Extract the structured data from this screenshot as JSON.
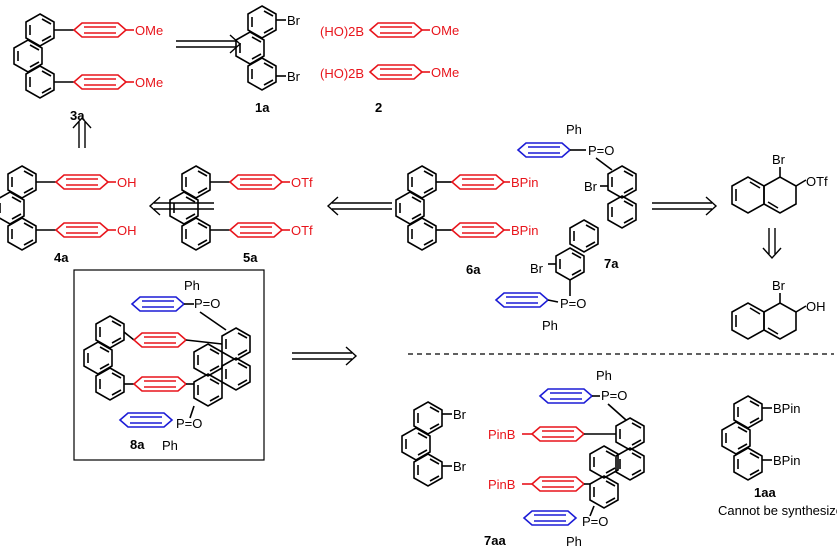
{
  "compounds": {
    "c3a": {
      "id": "3a",
      "sub_top": "OMe",
      "sub_bottom": "OMe"
    },
    "c1a": {
      "id": "1a",
      "sub_top": "Br",
      "sub_bottom": "Br"
    },
    "c2": {
      "id": "2",
      "top": "(HO)2B",
      "sub_top": "OMe",
      "bottom": "(HO)2B",
      "sub_bottom": "OMe"
    },
    "c4a": {
      "id": "4a",
      "sub_top": "OH",
      "sub_bottom": "OH"
    },
    "c5a": {
      "id": "5a",
      "sub_top": "OTf",
      "sub_bottom": "OTf"
    },
    "c6a": {
      "id": "6a",
      "sub_top": "BPin",
      "sub_bottom": "BPin"
    },
    "c7a": {
      "id": "7a",
      "ph_top": "Ph",
      "p_top": "P=O",
      "br_top": "Br",
      "br_bottom": "Br",
      "p_bottom": "P=O",
      "ph_bottom": "Ph"
    },
    "nap_otf": {
      "br": "Br",
      "sub": "OTf"
    },
    "nap_oh": {
      "br": "Br",
      "sub": "OH"
    },
    "c8a": {
      "id": "8a",
      "ph_top": "Ph",
      "p_top": "P=O",
      "p_bottom": "P=O",
      "ph_bottom": "Ph"
    },
    "dibromo": {
      "br_top": "Br",
      "br_bottom": "Br"
    },
    "c7aa": {
      "id": "7aa",
      "ph_top": "Ph",
      "p_top": "P=O",
      "pinb_top": "PinB",
      "pinb_bottom": "PinB",
      "p_bottom": "P=O",
      "ph_bottom": "Ph"
    },
    "c1aa": {
      "id": "1aa",
      "sub_top": "BPin",
      "sub_bottom": "BPin",
      "note": "Cannot be synthesized"
    }
  },
  "colors": {
    "red": "#e8141b",
    "blue": "#1c1cd6",
    "black": "#000000"
  }
}
